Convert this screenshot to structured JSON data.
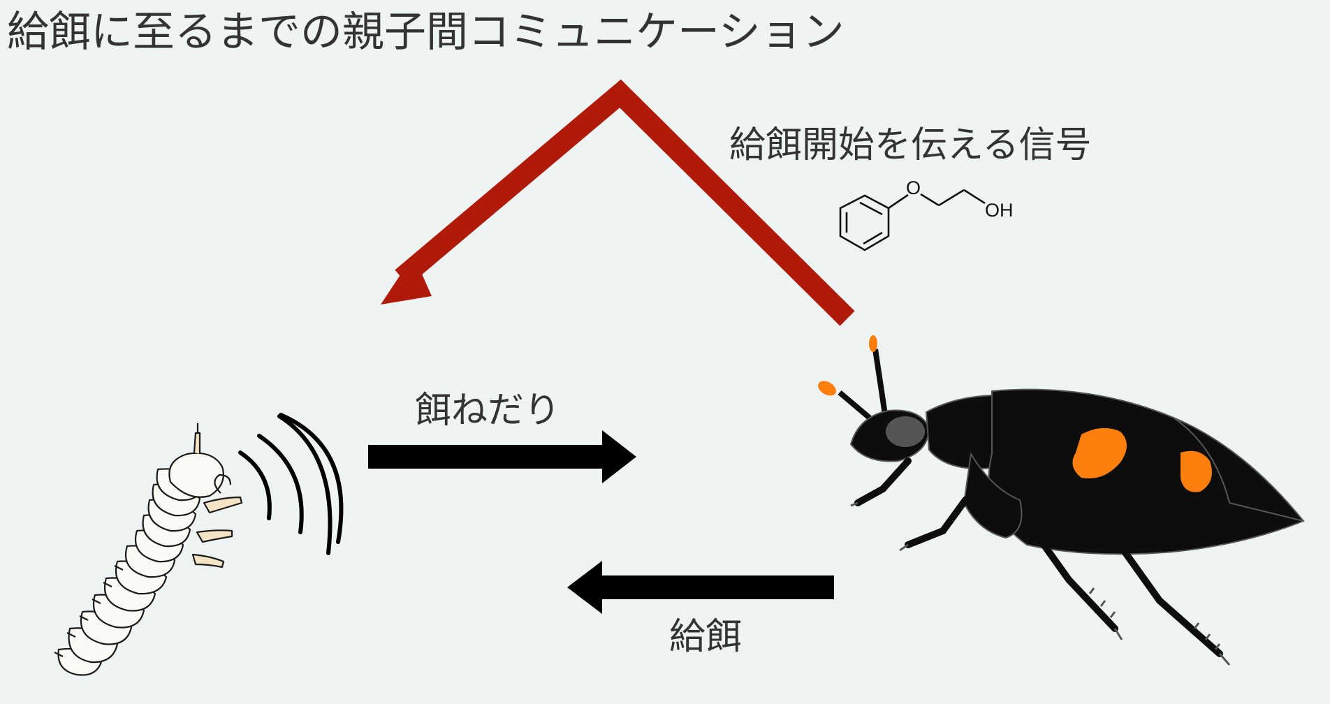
{
  "title": "給餌に至るまでの親子間コミュニケーション",
  "signal": {
    "label": "給餌開始を伝える信号",
    "molecule": {
      "oxygen": "O",
      "hydroxyl": "OH"
    },
    "color": "#b01a08"
  },
  "begging": {
    "label": "餌ねだり"
  },
  "feeding": {
    "label": "給餌"
  },
  "colors": {
    "background": "#eef3f4",
    "arrow_black": "#000000",
    "beetle_body": "#0d0d0d",
    "beetle_orange": "#ff7f0e",
    "larva_body": "#fbfaf4",
    "larva_legs": "#f4e3c4"
  }
}
